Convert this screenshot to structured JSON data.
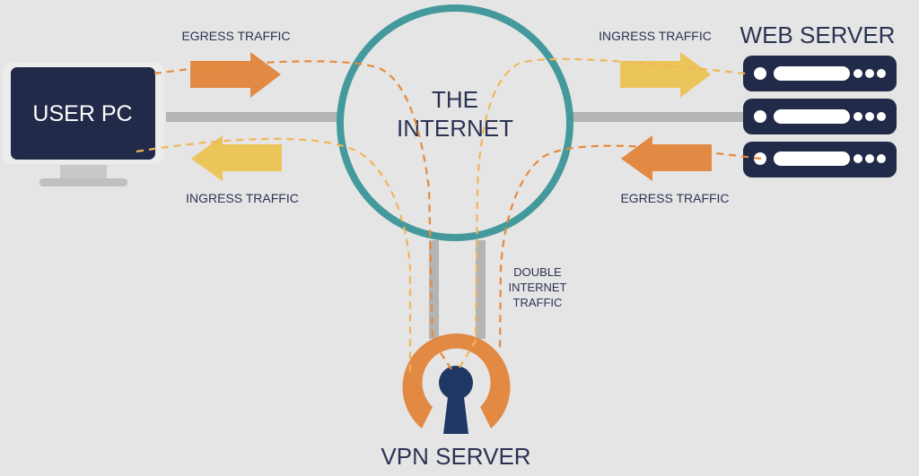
{
  "title": "VPN Double Internet Traffic Diagram",
  "colors": {
    "background": "#e5e5e5",
    "navy": "#212a48",
    "teal": "#43999b",
    "orange": "#e28944",
    "yellow": "#ecc55a",
    "dash_orange": "#e68a3e",
    "dash_yellow": "#f0b65a",
    "link_gray": "#b4b4b4"
  },
  "nodes": {
    "user_pc": {
      "label": "USER PC",
      "icon": "monitor-icon"
    },
    "internet": {
      "label_line1": "THE",
      "label_line2": "INTERNET",
      "icon": "circle-icon"
    },
    "web_server": {
      "label": "WEB SERVER",
      "icon": "server-rack-icon",
      "units": 3
    },
    "vpn_server": {
      "label": "VPN SERVER",
      "icon": "openvpn-keyhole-icon"
    }
  },
  "flows": {
    "pc_egress": {
      "label": "EGRESS TRAFFIC",
      "direction": "right",
      "color": "orange"
    },
    "pc_ingress": {
      "label": "INGRESS TRAFFIC",
      "direction": "left",
      "color": "yellow"
    },
    "server_ingress": {
      "label": "INGRESS TRAFFIC",
      "direction": "right",
      "color": "yellow"
    },
    "server_egress": {
      "label": "EGRESS TRAFFIC",
      "direction": "left",
      "color": "orange"
    }
  },
  "annotations": {
    "double_traffic": {
      "line1": "DOUBLE",
      "line2": "INTERNET",
      "line3": "TRAFFIC"
    }
  }
}
